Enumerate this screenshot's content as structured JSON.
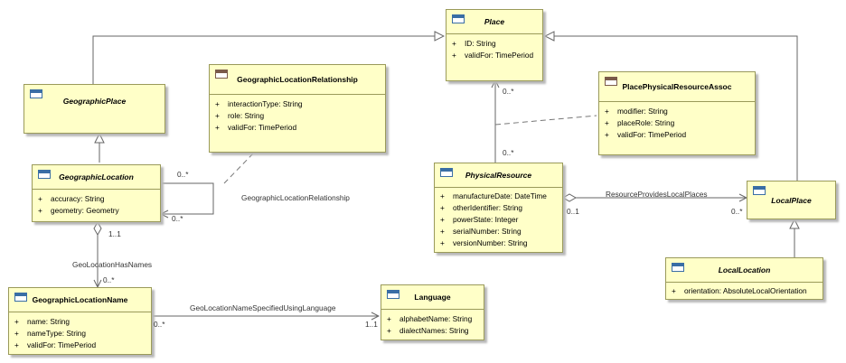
{
  "classes": {
    "place": {
      "name": "Place",
      "attrs": [
        {
          "vis": "+",
          "text": "ID: String"
        },
        {
          "vis": "+",
          "text": "validFor: TimePeriod"
        }
      ]
    },
    "geographic_place": {
      "name": "GeographicPlace"
    },
    "geo_loc_rel": {
      "name": "GeographicLocationRelationship",
      "attrs": [
        {
          "vis": "+",
          "text": "interactionType: String"
        },
        {
          "vis": "+",
          "text": "role: String"
        },
        {
          "vis": "+",
          "text": "validFor: TimePeriod"
        }
      ]
    },
    "place_phys_assoc": {
      "name": "PlacePhysicalResourceAssoc",
      "attrs": [
        {
          "vis": "+",
          "text": "modifier: String"
        },
        {
          "vis": "+",
          "text": "placeRole: String"
        },
        {
          "vis": "+",
          "text": "validFor: TimePeriod"
        }
      ]
    },
    "geographic_location": {
      "name": "GeographicLocation",
      "attrs": [
        {
          "vis": "+",
          "text": "accuracy: String"
        },
        {
          "vis": "+",
          "text": "geometry: Geometry"
        }
      ]
    },
    "physical_resource": {
      "name": "PhysicalResource",
      "attrs": [
        {
          "vis": "+",
          "text": "manufactureDate: DateTime"
        },
        {
          "vis": "+",
          "text": "otherIdentifier: String"
        },
        {
          "vis": "+",
          "text": "powerState: Integer"
        },
        {
          "vis": "+",
          "text": "serialNumber: String"
        },
        {
          "vis": "+",
          "text": "versionNumber: String"
        }
      ]
    },
    "local_place": {
      "name": "LocalPlace"
    },
    "local_location": {
      "name": "LocalLocation",
      "attrs": [
        {
          "vis": "+",
          "text": "orientation: AbsoluteLocalOrientation"
        }
      ]
    },
    "geo_loc_name": {
      "name": "GeographicLocationName",
      "attrs": [
        {
          "vis": "+",
          "text": "name: String"
        },
        {
          "vis": "+",
          "text": "nameType: String"
        },
        {
          "vis": "+",
          "text": "validFor: TimePeriod"
        }
      ]
    },
    "language": {
      "name": "Language",
      "attrs": [
        {
          "vis": "+",
          "text": "alphabetName: String"
        },
        {
          "vis": "+",
          "text": "dialectNames: String"
        }
      ]
    }
  },
  "labels": {
    "place_phys_top": "0..*",
    "place_phys_bottom": "0..*",
    "geoloc_rel_top": "0..*",
    "geoloc_rel_bottom": "0..*",
    "geoloc_rel_name": "GeographicLocationRelationship",
    "resource_local_name": "ResourceProvidesLocalPlaces",
    "resource_local_src": "0..1",
    "resource_local_dst": "0..*",
    "has_names_mult_top": "1..1",
    "has_names_name": "GeoLocationHasNames",
    "has_names_mult_bottom": "0..*",
    "lang_assoc_name": "GeoLocationNameSpecifiedUsingLanguage",
    "lang_src": "0..*",
    "lang_dst": "1..1"
  }
}
